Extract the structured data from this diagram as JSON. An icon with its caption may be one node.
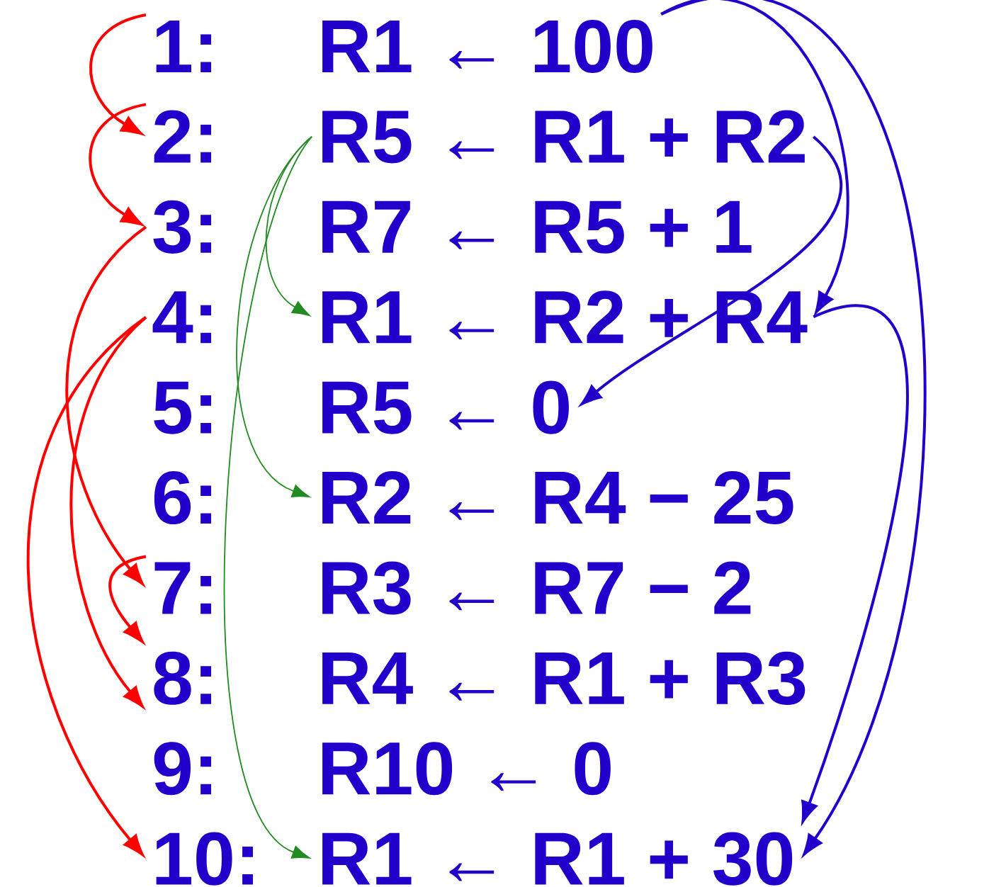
{
  "diagram": {
    "nodes": [
      {
        "text": [
          "1:"
        ]
      },
      {
        "text": [
          "2:"
        ]
      },
      {
        "text": [
          "3:"
        ]
      },
      {
        "text": [
          "4:"
        ]
      },
      {
        "text": [
          "5:"
        ]
      },
      {
        "text": [
          "6:"
        ]
      },
      {
        "text": [
          "7:"
        ]
      },
      {
        "text": [
          "8:"
        ]
      },
      {
        "text": [
          "9:"
        ]
      },
      {
        "text": [
          "10:"
        ]
      },
      {
        "text": [
          "R1 ← 100"
        ]
      },
      {
        "text": [
          "R5 ← R1 + R2"
        ]
      },
      {
        "text": [
          "R7 ← R5 + 1"
        ]
      },
      {
        "text": [
          "R1 ← R2 + R4"
        ]
      },
      {
        "text": [
          "R5 ← 0"
        ]
      },
      {
        "text": [
          "R2 ← R4 − 25"
        ]
      },
      {
        "text": [
          "R3 ← R7 − 2"
        ]
      },
      {
        "text": [
          "R4 ← R1 + R3"
        ]
      },
      {
        "text": [
          "R10 ← 0"
        ]
      },
      {
        "text": [
          "R1 ← R1 + 30"
        ]
      }
    ],
    "edges": [
      {
        "from": 0,
        "to": 1,
        "arrow": "to",
        "color": "#ff0000"
      },
      {
        "from": 1,
        "to": 2,
        "arrow": "to",
        "color": "#ff0000"
      },
      {
        "from": 2,
        "to": 6,
        "arrow": "to",
        "color": "#ff0000"
      },
      {
        "from": 3,
        "to": 7,
        "arrow": "to",
        "color": "#ff0000"
      },
      {
        "from": 3,
        "to": 9,
        "arrow": "to",
        "color": "#ff0000"
      },
      {
        "from": 6,
        "to": 7,
        "arrow": "to",
        "color": "#ff0000"
      },
      {
        "from": 11,
        "to": 13,
        "arrow": "to",
        "color": "#228b22"
      },
      {
        "from": 11,
        "to": 15,
        "arrow": "to",
        "color": "#228b22"
      },
      {
        "from": 11,
        "to": 19,
        "arrow": "to",
        "color": "#228b22"
      },
      {
        "from": 10,
        "to": 13,
        "arrow": "to",
        "color": "#2200cc"
      },
      {
        "from": 10,
        "to": 19,
        "arrow": "to",
        "color": "#2200cc"
      },
      {
        "from": 11,
        "to": 14,
        "arrow": "to",
        "color": "#2200cc"
      },
      {
        "from": 13,
        "to": 19,
        "arrow": "to",
        "color": "#2200cc"
      }
    ]
  }
}
